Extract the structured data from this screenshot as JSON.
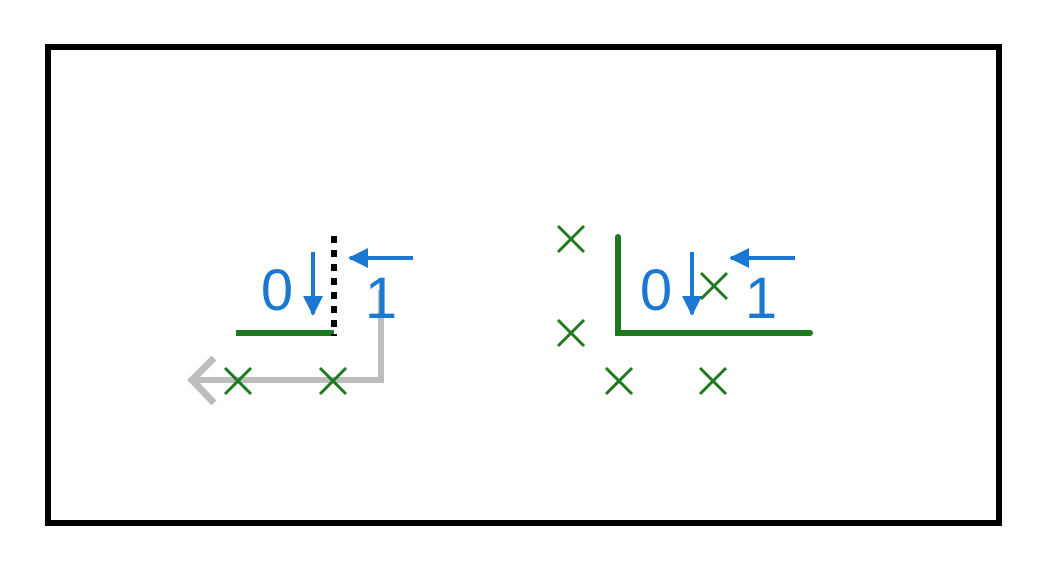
{
  "colors": {
    "frame": "#000000",
    "label": "#1a78d0",
    "arrow": "#1a78d0",
    "green_line": "#1e7a1e",
    "cross": "#1e7a1e",
    "grey_path": "#bdbdbd",
    "dotted_line": "#000000"
  },
  "left_panel": {
    "label_0": "0",
    "label_1": "1"
  },
  "right_panel": {
    "label_0": "0",
    "label_1": "1"
  },
  "icons": {
    "cross": "x-mark-icon",
    "arrow_down": "arrow-down-icon",
    "arrow_left": "arrow-left-icon",
    "grey_arrowhead": "chevron-left-icon"
  }
}
